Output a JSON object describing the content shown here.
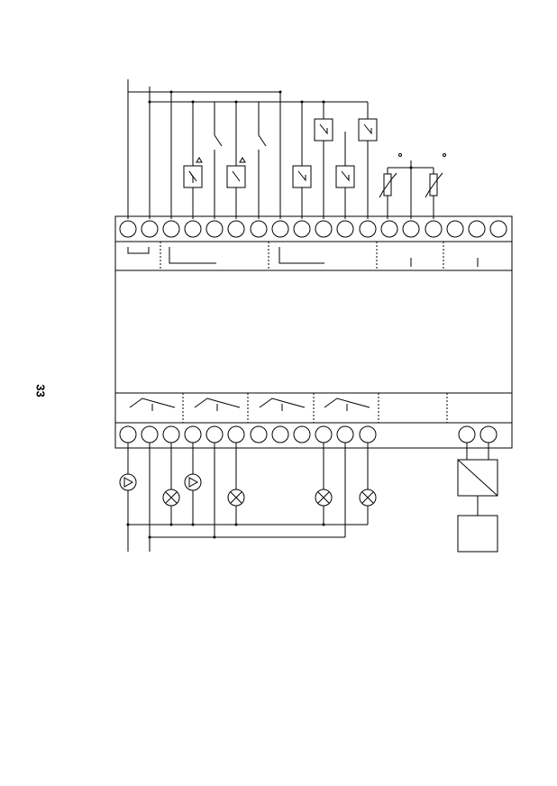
{
  "page": {
    "number": "33"
  },
  "diagram": {
    "type": "controller-wiring-diagram",
    "upper_terminals": 18,
    "lower_terminals_left": 12,
    "lower_terminals_right": 2,
    "inputs": [
      "alarm-contact",
      "alarm-contact",
      "switch",
      "switch",
      "thermostat",
      "thermostat",
      "thermostat",
      "thermostat",
      "sensor",
      "sensor"
    ],
    "outputs": [
      "pump",
      "lamp",
      "pump",
      "lamp",
      "lamp",
      "lamp"
    ],
    "icons": [
      "terminal-icon",
      "relay-icon",
      "pump-icon",
      "lamp-icon",
      "sensor-icon",
      "switch-icon"
    ]
  }
}
